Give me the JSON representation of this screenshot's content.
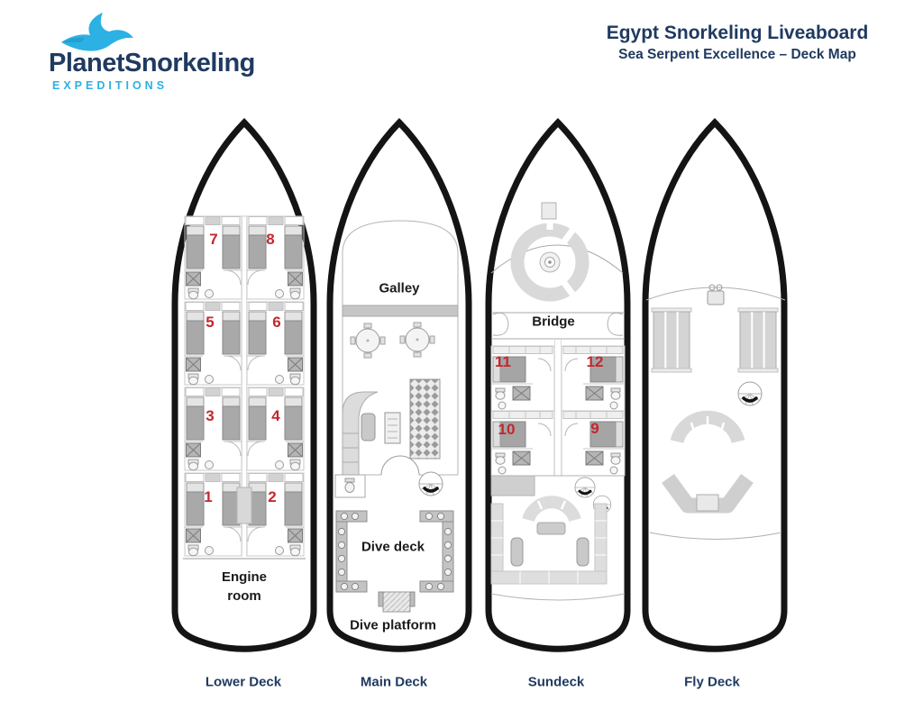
{
  "brand": {
    "name": "PlanetSnorkeling",
    "tagline": "EXPEDITIONS"
  },
  "header": {
    "title": "Egypt Snorkeling Liveaboard",
    "subtitle": "Sea Serpent Excellence – Deck Map"
  },
  "colors": {
    "navy": "#203a60",
    "light_blue": "#2bb1e3",
    "cabin_red": "#c2282e",
    "hull_outline": "#141414"
  },
  "decks": {
    "lower": {
      "caption": "Lower Deck",
      "rooms": {
        "engine_room": "Engine room"
      },
      "cabins": [
        "7",
        "8",
        "5",
        "6",
        "3",
        "4",
        "1",
        "2"
      ]
    },
    "main": {
      "caption": "Main Deck",
      "rooms": {
        "galley": "Galley",
        "dive_deck": "Dive deck",
        "dive_platform": "Dive platform"
      }
    },
    "sundeck": {
      "caption": "Sundeck",
      "rooms": {
        "bridge": "Bridge"
      },
      "cabins": [
        "11",
        "12",
        "10",
        "9"
      ]
    },
    "fly": {
      "caption": "Fly Deck"
    }
  }
}
